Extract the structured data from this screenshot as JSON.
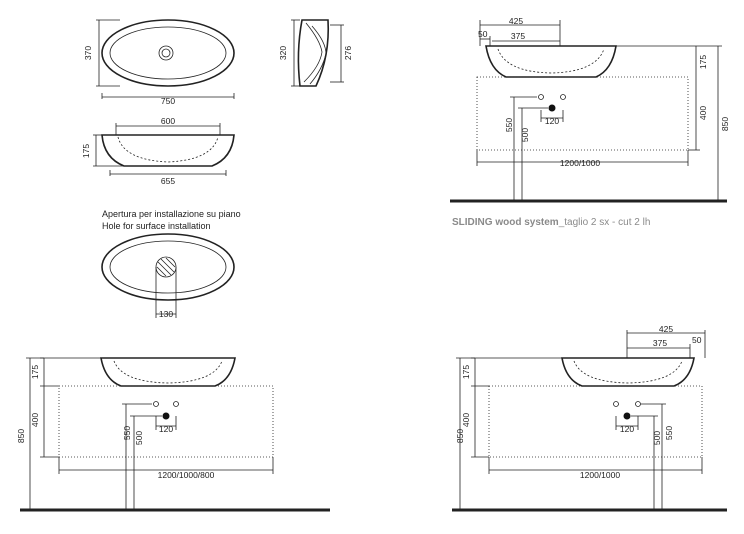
{
  "top_view": {
    "dim_width": "750",
    "dim_depth": "370"
  },
  "side_view": {
    "dim_outer": "320",
    "dim_inner": "276"
  },
  "front_view": {
    "dim_top": "600",
    "dim_bottom": "655",
    "dim_height": "175"
  },
  "note": {
    "line_it": "Apertura per installazione su piano",
    "line_en": "Hole for surface installation"
  },
  "hole_view": {
    "dim_hole": "130"
  },
  "sliding_left": {
    "title_bold": "SLIDING wood system",
    "title_rest": "_taglio 2 sx - cut 2 lh",
    "dim_425": "425",
    "dim_50": "50",
    "dim_375": "375",
    "dim_175": "175",
    "dim_400": "400",
    "dim_850": "850",
    "dim_550": "550",
    "dim_500": "500",
    "dim_120": "120",
    "dim_width": "1200/1000"
  },
  "bottom_left": {
    "dim_175": "175",
    "dim_400": "400",
    "dim_850": "850",
    "dim_550": "550",
    "dim_500": "500",
    "dim_120": "120",
    "dim_width": "1200/1000/800"
  },
  "bottom_right": {
    "dim_425": "425",
    "dim_375": "375",
    "dim_50": "50",
    "dim_175": "175",
    "dim_400": "400",
    "dim_850": "850",
    "dim_500": "500",
    "dim_550": "550",
    "dim_120": "120",
    "dim_width": "1200/1000"
  }
}
